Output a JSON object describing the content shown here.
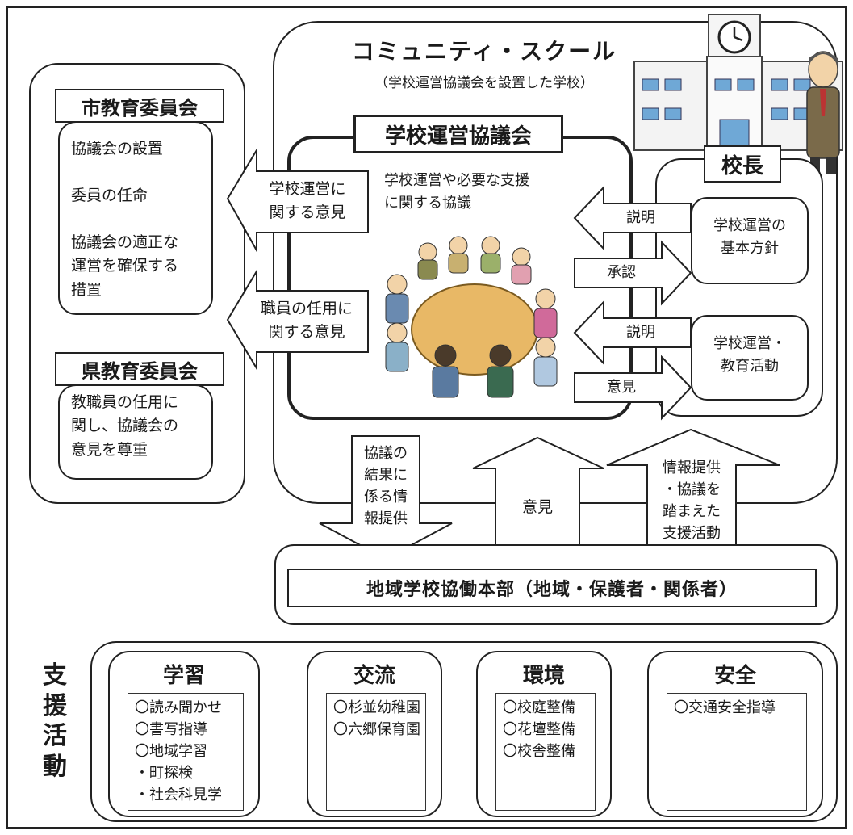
{
  "community_school": {
    "title": "コミュニティ・スクール",
    "subtitle": "（学校運営協議会を設置した学校）"
  },
  "city_board": {
    "title": "市教育委員会",
    "items": [
      "協議会の設置",
      "委員の任命",
      "協議会の適正な\n運営を確保する\n措置"
    ]
  },
  "pref_board": {
    "title": "県教育委員会",
    "text": "教職員の任用に\n関し、協議会の\n意見を尊重"
  },
  "council": {
    "title": "学校運営協議会",
    "text": "学校運営や必要な支援\nに関する協議"
  },
  "principal": {
    "title": "校長",
    "policy": "学校運営の\n基本方針",
    "activities": "学校運営・\n教育活動"
  },
  "arrows": {
    "opinion_school_mgmt": "学校運営に\n関する意見",
    "opinion_staff": "職員の任用に\n関する意見",
    "explain_1": "説明",
    "approve": "承認",
    "explain_2": "説明",
    "opinion_right": "意見",
    "info_result": "協議の\n結果に\n係る情\n報提供",
    "opinion_up": "意見",
    "support": "情報提供\n・協議を\n踏まえた\n支援活動"
  },
  "hq": {
    "title": "地域学校協働本部（地域・保護者・関係者）"
  },
  "support_activities": {
    "label": "支\n援\n活\n動",
    "columns": [
      {
        "title": "学習",
        "items": [
          "〇読み聞かせ",
          "〇書写指導",
          "〇地域学習",
          "・町探検",
          "・社会科見学"
        ]
      },
      {
        "title": "交流",
        "items": [
          "〇杉並幼稚園",
          "〇六郷保育園"
        ]
      },
      {
        "title": "環境",
        "items": [
          "〇校庭整備",
          "〇花壇整備",
          "〇校舎整備"
        ]
      },
      {
        "title": "安全",
        "items": [
          "〇交通安全指導"
        ]
      }
    ]
  }
}
